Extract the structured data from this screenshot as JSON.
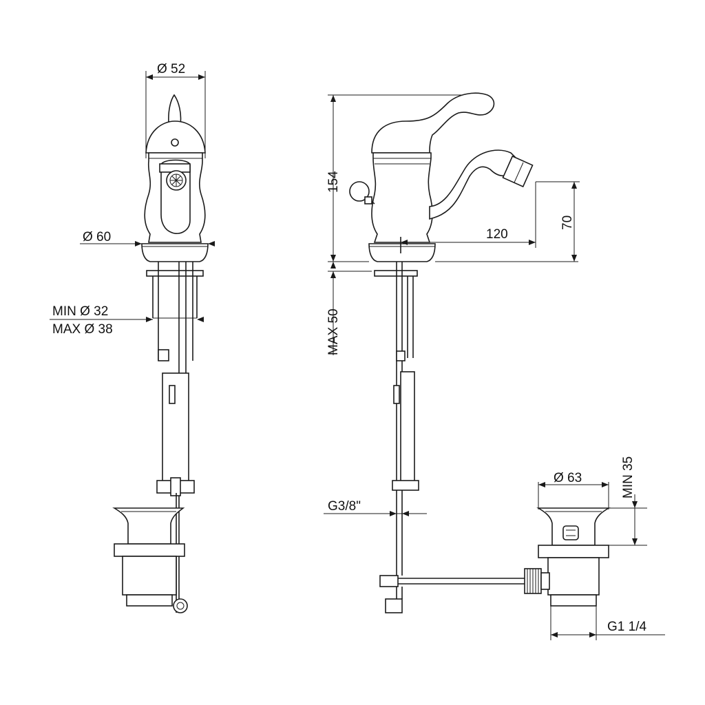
{
  "front_view": {
    "top_diameter": "Ø 52",
    "base_diameter": "Ø 60",
    "hole_min": "MIN Ø 32",
    "hole_max": "MAX Ø 38"
  },
  "side_view": {
    "height": "154",
    "spout_reach": "120",
    "spout_height": "70",
    "max_deck_thickness": "MAX 50",
    "connection_thread": "G3/8\""
  },
  "waste": {
    "flange_diameter": "Ø 63",
    "min_depth": "MIN 35",
    "thread": "G1 1/4"
  }
}
